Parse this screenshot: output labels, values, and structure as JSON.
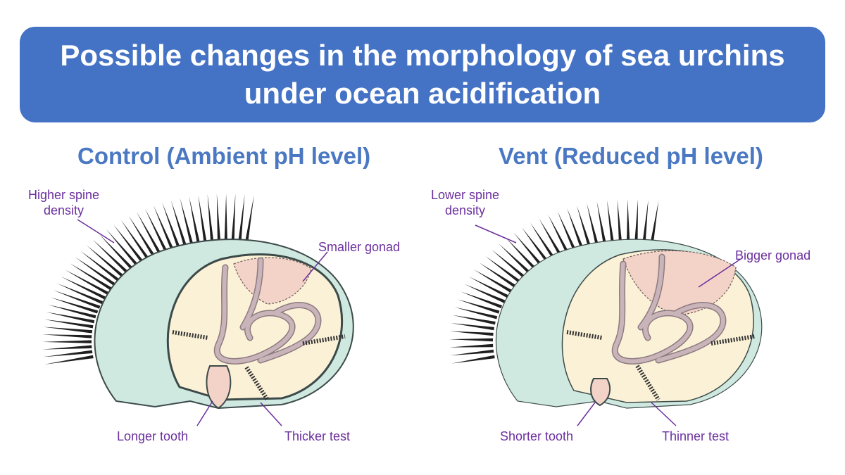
{
  "title": "Possible changes in the morphology of sea urchins under ocean acidification",
  "colors": {
    "banner": "#4472c4",
    "heading": "#4a78c2",
    "label": "#6b2f9e",
    "test": "#cfe9e0",
    "interior": "#fbf1d6",
    "gonad": "#f3d3c8",
    "gut": "#c9b4ba"
  },
  "panels": {
    "control": {
      "heading": "Control (Ambient pH level)",
      "labels": {
        "spine": "Higher spine\ndensity",
        "gonad": "Smaller gonad",
        "tooth": "Longer tooth",
        "test": "Thicker test"
      }
    },
    "vent": {
      "heading": "Vent (Reduced pH level)",
      "labels": {
        "spine": "Lower spine\ndensity",
        "gonad": "Bigger gonad",
        "tooth": "Shorter tooth",
        "test": "Thinner test"
      }
    }
  }
}
